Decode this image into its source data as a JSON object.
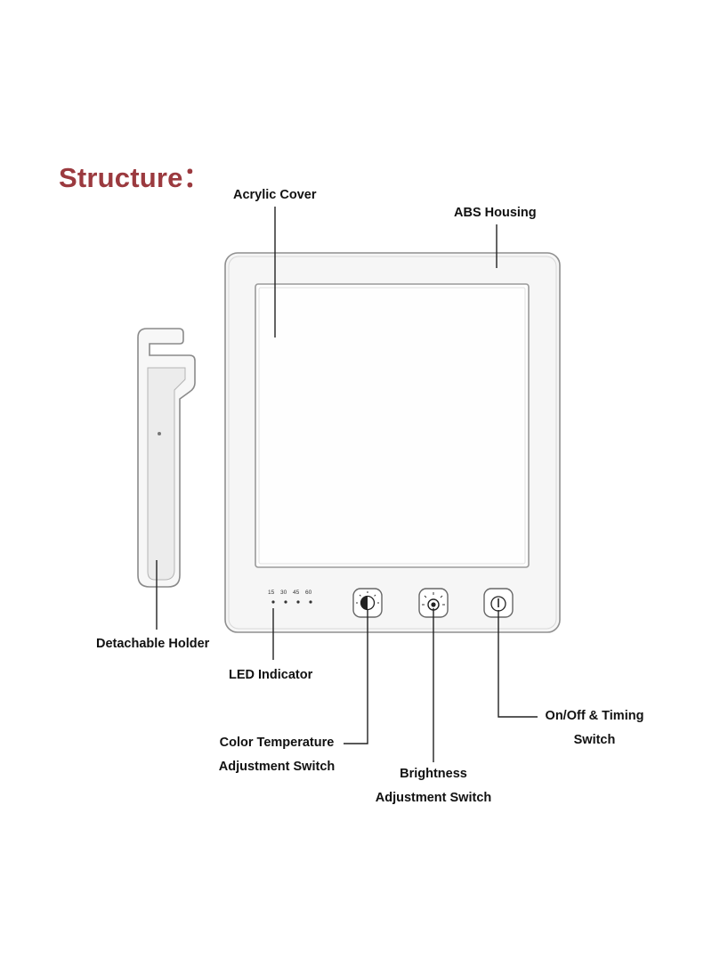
{
  "title": "Structure：",
  "labels": {
    "acrylic_cover": "Acrylic Cover",
    "abs_housing": "ABS Housing",
    "detachable_holder": "Detachable Holder",
    "led_indicator": "LED Indicator",
    "color_temp_line1": "Color Temperature",
    "color_temp_line2": "Adjustment Switch",
    "brightness_line1": "Brightness",
    "brightness_line2": "Adjustment Switch",
    "onoff_line1": "On/Off & Timing",
    "onoff_line2": "Switch"
  },
  "timer_values": [
    "15",
    "30",
    "45",
    "60"
  ],
  "colors": {
    "title": "#9b3a3f",
    "housing": "#f6f6f6",
    "outline": "#8a8a8a"
  }
}
